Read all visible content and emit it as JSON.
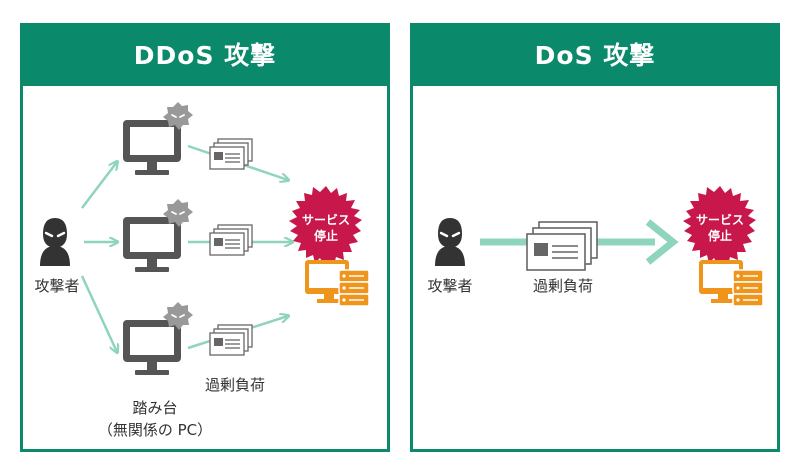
{
  "ddos": {
    "title": "DDoS 攻撃",
    "attacker_label": "攻撃者",
    "stepping_label_line1": "踏み台",
    "stepping_label_line2": "（無関係の PC）",
    "overload_label": "過剰負荷",
    "burst_line1": "サービス",
    "burst_line2": "停止"
  },
  "dos": {
    "title": "DoS 攻撃",
    "attacker_label": "攻撃者",
    "overload_label": "過剰負荷",
    "burst_line1": "サービス",
    "burst_line2": "停止"
  },
  "colors": {
    "header": "#0a8a6a",
    "arrow": "#8fd4bd",
    "pc": "#555555",
    "burst": "#c8174a",
    "server": "#f0951c",
    "card_border": "#666666",
    "virus": "#999999"
  }
}
